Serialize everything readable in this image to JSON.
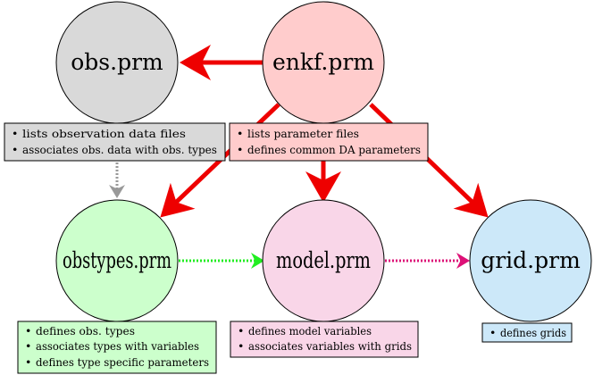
{
  "nodes": {
    "obs": {
      "label": "obs.prm",
      "fill": "#d9d9d9"
    },
    "enkf": {
      "label": "enkf.prm",
      "fill": "#ffcccc"
    },
    "obstypes": {
      "label": "obstypes.prm",
      "fill": "#ccffcc"
    },
    "model": {
      "label": "model.prm",
      "fill": "#f9d6e8"
    },
    "grid": {
      "label": "grid.prm",
      "fill": "#cce8f9"
    }
  },
  "boxes": {
    "obs": {
      "fill": "#d9d9d9",
      "items": [
        "lists observation data files",
        "associates obs. data with obs. types"
      ]
    },
    "enkf": {
      "fill": "#ffcccc",
      "items": [
        "lists parameter files",
        "defines common DA parameters"
      ]
    },
    "obstypes": {
      "fill": "#ccffcc",
      "items": [
        "defines obs. types",
        "associates types with variables",
        "defines type specific parameters"
      ]
    },
    "model": {
      "fill": "#f9d6e8",
      "items": [
        "defines model variables",
        "associates variables with grids"
      ]
    },
    "grid": {
      "fill": "#cce8f9",
      "items": [
        "defines grids"
      ]
    }
  },
  "bullet": "•",
  "colors": {
    "enkf_arrows": "#ee0000",
    "obs_to_obstypes": "#999999",
    "obstypes_to_model": "#22ee22",
    "model_to_grid": "#dd1177"
  }
}
